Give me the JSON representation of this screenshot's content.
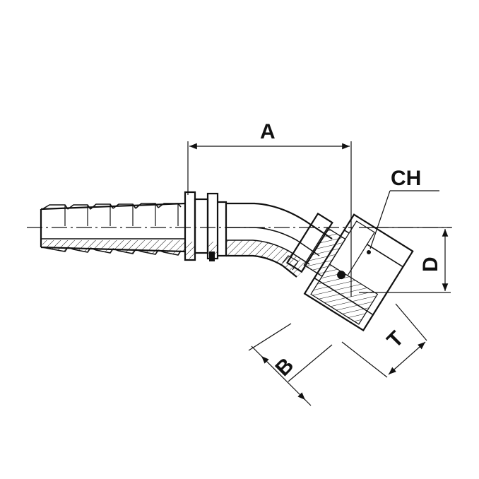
{
  "labels": {
    "A": "A",
    "CH": "CH",
    "D": "D",
    "B": "B",
    "T": "T"
  }
}
